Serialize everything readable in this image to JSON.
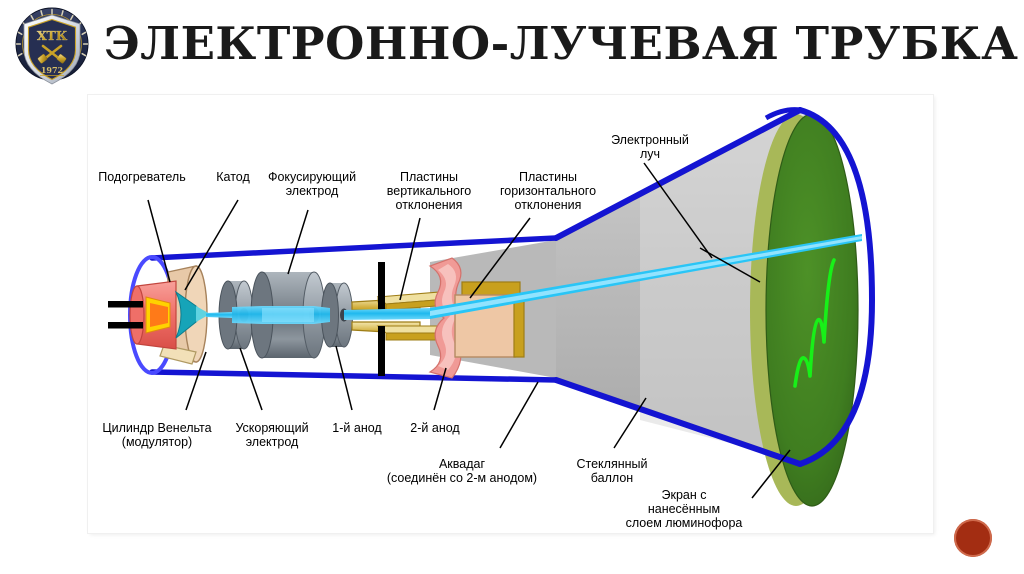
{
  "header": {
    "title": "ЭЛЕКТРОННО-ЛУЧЕВАЯ ТРУБКА",
    "logo": {
      "name": "htk-college-shield-logo",
      "ring_text": "ХАБАРОВСКИЙ ТЕХНИЧЕСКИЙ КОЛЛЕДЖ",
      "monogram": "ХТК",
      "year": "1972",
      "emblem": "crossed-hammers",
      "colors": {
        "shield": "#2b3556",
        "ring": "#1f2a4a",
        "gold": "#c9a227",
        "silver": "#d8dde5"
      }
    }
  },
  "diagram": {
    "name": "cathode-ray-tube-cutaway",
    "labels": {
      "heater": "Подогреватель",
      "cathode": "Катод",
      "focusing_electrode": "Фокусирующий\nэлектрод",
      "vertical_plates": "Пластины\nвертикального\nотклонения",
      "horizontal_plates": "Пластины\nгоризонтального\nотклонения",
      "electron_beam": "Электронный\nлуч",
      "wehnelt_cylinder": "Цилиндр Венельта\n(модулятор)",
      "accelerating_electrode": "Ускоряющий\nэлектрод",
      "anode_1": "1-й анод",
      "anode_2": "2-й анод",
      "aquadag": "Аквадаг\n(соединён со 2-м анодом)",
      "glass_envelope": "Стеклянный\nбаллон",
      "screen": "Экран с\nнанесённым\nслоем люминофора"
    },
    "colors": {
      "glass_outline": "#1414d2",
      "neck_ring": "#4a4aff",
      "electrode_metal": "#808a93",
      "electrode_metal_dark": "#55606b",
      "cathode_red": "#f0726b",
      "heater_yellow": "#ffd200",
      "heater_orange": "#ff7a18",
      "wehnelt_tan": "#e8c9a8",
      "wehnelt_cream": "#f2e0b8",
      "beam_cyan": "#29c5f6",
      "beam_core": "#8ce2ff",
      "plate_gold": "#c8a01e",
      "plate_pale_gold": "#efe0a0",
      "aquadag_pink": "#f09a96",
      "cone_gray": "#c0c0c0",
      "cone_inner_gray": "#d9d9d9",
      "screen_green": "#3f7d20",
      "screen_edge": "#a8b858",
      "trace_green": "#18f018",
      "lead_black": "#000000"
    }
  },
  "corner_badge": {
    "name": "red-circle-badge",
    "color": "#a32d12"
  }
}
